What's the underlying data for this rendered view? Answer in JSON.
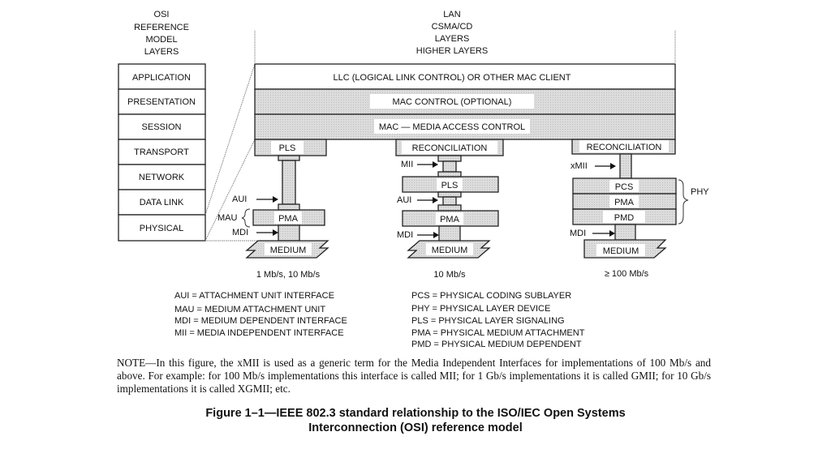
{
  "osi_header": [
    "OSI",
    "REFERENCE",
    "MODEL",
    "LAYERS"
  ],
  "lan_header": [
    "LAN",
    "CSMA/CD",
    "LAYERS",
    "HIGHER LAYERS"
  ],
  "osi_layers": [
    "APPLICATION",
    "PRESENTATION",
    "SESSION",
    "TRANSPORT",
    "NETWORK",
    "DATA LINK",
    "PHYSICAL"
  ],
  "lan_layers": {
    "llc": "LLC (LOGICAL LINK CONTROL) OR OTHER MAC CLIENT",
    "mac_control": "MAC CONTROL (OPTIONAL)",
    "mac": "MAC — MEDIA ACCESS CONTROL"
  },
  "stack1": {
    "top": "PLS",
    "aui": "AUI",
    "mau": "MAU",
    "pma": "PMA",
    "mdi": "MDI",
    "medium": "MEDIUM",
    "rate": "1 Mb/s, 10 Mb/s"
  },
  "stack2": {
    "top": "RECONCILIATION",
    "mii": "MII",
    "pls": "PLS",
    "aui": "AUI",
    "pma": "PMA",
    "mdi": "MDI",
    "medium": "MEDIUM",
    "rate": "10 Mb/s"
  },
  "stack3": {
    "top": "RECONCILIATION",
    "xmii": "xMII",
    "pcs": "PCS",
    "pma": "PMA",
    "pmd": "PMD",
    "phy": "PHY",
    "mdi": "MDI",
    "medium": "MEDIUM",
    "rate": "≥ 100 Mb/s"
  },
  "legend_left": [
    "AUI = ATTACHMENT UNIT INTERFACE",
    "MAU = MEDIUM ATTACHMENT UNIT",
    "MDI = MEDIUM DEPENDENT INTERFACE",
    "MII = MEDIA INDEPENDENT INTERFACE"
  ],
  "legend_right": [
    "PCS = PHYSICAL CODING SUBLAYER",
    "PHY = PHYSICAL LAYER DEVICE",
    "PLS = PHYSICAL LAYER SIGNALING",
    "PMA = PHYSICAL MEDIUM ATTACHMENT",
    "PMD = PHYSICAL MEDIUM DEPENDENT"
  ],
  "note": "NOTE—In this figure, the xMII is used as a generic term for the Media Independent Interfaces for implementations of 100 Mb/s and above. For example: for 100 Mb/s implementations this interface is called MII; for 1 Gb/s implementations it is called GMII; for 10 Gb/s implementations it is called XGMII; etc.",
  "caption_line1": "Figure 1–1—IEEE 802.3 standard relationship to the ISO/IEC Open Systems",
  "caption_line2": "Interconnection (OSI) reference model"
}
